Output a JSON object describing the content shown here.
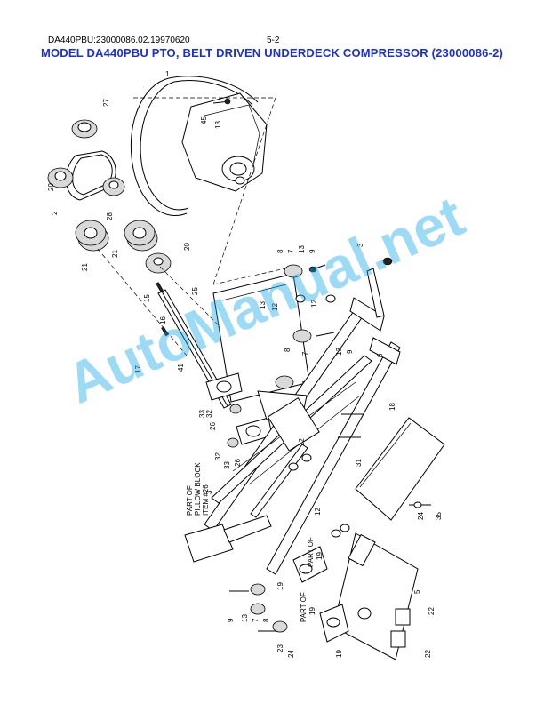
{
  "header": {
    "doc_code": "DA440PBU:23000086.02.19970620",
    "page_number": "5-2",
    "title": "MODEL DA440PBU PTO, BELT DRIVEN UNDERDECK COMPRESSOR (23000086-2)"
  },
  "callouts": {
    "c1": "1",
    "c2": "2",
    "c3a": "3",
    "c3b": "3",
    "c5": "5",
    "c6": "6",
    "c7a": "7",
    "c7b": "7",
    "c7c": "7",
    "c8a": "8",
    "c8b": "8",
    "c9a": "9",
    "c9b": "9",
    "c9c": "9",
    "c12a": "12",
    "c12b": "12",
    "c12c": "12",
    "c13a": "13",
    "c13b": "13",
    "c13c": "13",
    "c13d": "13",
    "c15": "15",
    "c16": "16",
    "c17": "17",
    "c18": "18",
    "c19a": "19",
    "c19b": "19",
    "c20a": "20",
    "c20b": "20",
    "c21a": "21",
    "c21b": "21",
    "c22a": "22",
    "c22b": "22",
    "c23": "23",
    "c24a": "24",
    "c24b": "24",
    "c25": "25",
    "c26a": "26",
    "c26b": "26",
    "c27": "27",
    "c28": "28",
    "c31": "31",
    "c32a": "32",
    "c32b": "32",
    "c33a": "33",
    "c33b": "33",
    "c35": "35",
    "c41": "41",
    "c45": "45"
  },
  "notes": {
    "pillow_line1": "PART OF",
    "pillow_line2": "PILLOW BLOCK",
    "pillow_line3": "ITEM #26",
    "part_of_a": "PART OF",
    "part_of_a_num": "19",
    "part_of_b": "PART OF",
    "part_of_b_num": "19"
  },
  "watermark": "AutoManual.net"
}
